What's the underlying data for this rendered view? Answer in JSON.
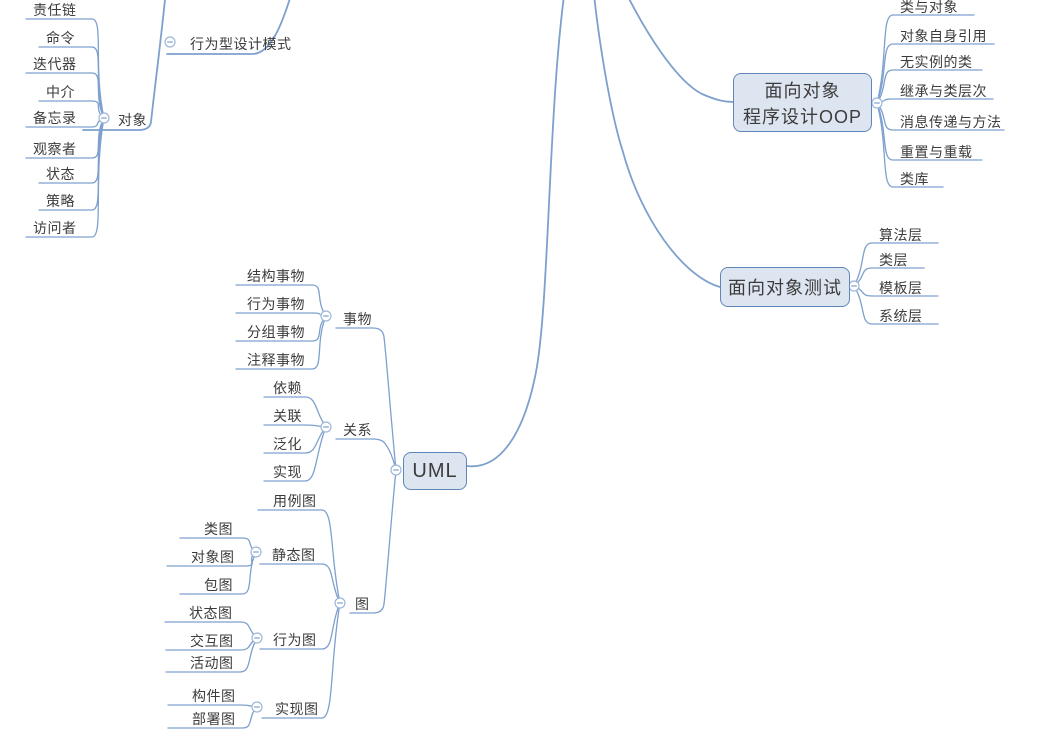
{
  "app": "mind-map-canvas",
  "colors": {
    "line": "#7da0cd",
    "box_fill": "#dde5f1",
    "box_border": "#5f86b8",
    "text": "#3c3c3c",
    "collapse_stroke": "#9db6d9",
    "collapse_minus": "#7da0cd",
    "background": "#ffffff"
  },
  "mindmap": {
    "root_visible": false,
    "branches": [
      {
        "id": "xwx",
        "label": "行为型设计模式",
        "style": "underline",
        "children": [
          {
            "id": "dx",
            "label": "对象",
            "style": "underline",
            "children": [
              {
                "id": "zrl",
                "label": "责任链"
              },
              {
                "id": "ml",
                "label": "命令"
              },
              {
                "id": "ddq",
                "label": "迭代器"
              },
              {
                "id": "zj",
                "label": "中介"
              },
              {
                "id": "bwl",
                "label": "备忘录"
              },
              {
                "id": "gcz",
                "label": "观察者"
              },
              {
                "id": "zt",
                "label": "状态"
              },
              {
                "id": "cl",
                "label": "策略"
              },
              {
                "id": "fwz",
                "label": "访问者"
              }
            ]
          }
        ]
      },
      {
        "id": "oop",
        "label": "面向对象程序设计OOP",
        "style": "box",
        "lines": [
          "面向对象",
          "程序设计OOP"
        ],
        "children": [
          {
            "id": "lydx",
            "label": "类与对象"
          },
          {
            "id": "dxzsyy",
            "label": "对象自身引用"
          },
          {
            "id": "wsldl",
            "label": "无实例的类"
          },
          {
            "id": "jcylcc",
            "label": "继承与类层次"
          },
          {
            "id": "xxcdyff",
            "label": "消息传递与方法"
          },
          {
            "id": "zzycz",
            "label": "重置与重载"
          },
          {
            "id": "lk",
            "label": "类库"
          }
        ]
      },
      {
        "id": "test",
        "label": "面向对象测试",
        "style": "box",
        "children": [
          {
            "id": "sfc",
            "label": "算法层"
          },
          {
            "id": "lc",
            "label": "类层"
          },
          {
            "id": "mbc",
            "label": "模板层"
          },
          {
            "id": "xtc",
            "label": "系统层"
          }
        ]
      },
      {
        "id": "uml",
        "label": "UML",
        "style": "box",
        "children": [
          {
            "id": "sw",
            "label": "事物",
            "children": [
              {
                "id": "jgsw",
                "label": "结构事物"
              },
              {
                "id": "xwsw",
                "label": "行为事物"
              },
              {
                "id": "fzsw",
                "label": "分组事物"
              },
              {
                "id": "zssw",
                "label": "注释事物"
              }
            ]
          },
          {
            "id": "gx",
            "label": "关系",
            "children": [
              {
                "id": "yl",
                "label": "依赖"
              },
              {
                "id": "gl",
                "label": "关联"
              },
              {
                "id": "fh",
                "label": "泛化"
              },
              {
                "id": "sx",
                "label": "实现"
              }
            ]
          },
          {
            "id": "tu",
            "label": "图",
            "children": [
              {
                "id": "ylt",
                "label": "用例图"
              },
              {
                "id": "jtt",
                "label": "静态图",
                "children": [
                  {
                    "id": "lt",
                    "label": "类图"
                  },
                  {
                    "id": "dxt",
                    "label": "对象图"
                  },
                  {
                    "id": "bt",
                    "label": "包图"
                  }
                ]
              },
              {
                "id": "xwt",
                "label": "行为图",
                "children": [
                  {
                    "id": "ztt",
                    "label": "状态图"
                  },
                  {
                    "id": "jht",
                    "label": "交互图"
                  },
                  {
                    "id": "hdt",
                    "label": "活动图"
                  }
                ]
              },
              {
                "id": "sxt",
                "label": "实现图",
                "children": [
                  {
                    "id": "gjt",
                    "label": "构件图"
                  },
                  {
                    "id": "bst",
                    "label": "部署图"
                  }
                ]
              }
            ]
          }
        ]
      }
    ]
  }
}
